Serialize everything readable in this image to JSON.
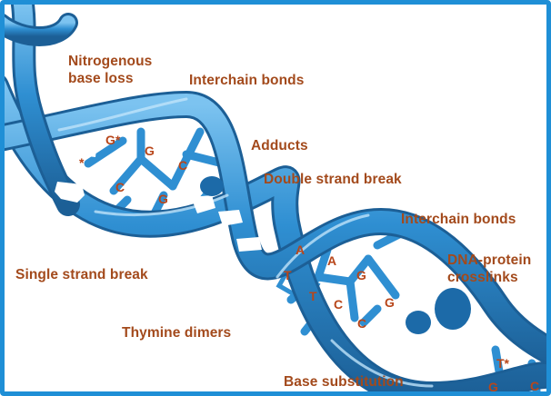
{
  "colors": {
    "frame": "#1f8fd6",
    "helix": "#2f8fd2",
    "helix_dark": "#1c5f96",
    "helix_light": "#7cc3f0",
    "label_text": "#a34a1c"
  },
  "labels": {
    "nitrogenous_base_loss": "Nitrogenous\nbase loss",
    "interchain_bonds_top": "Interchain bonds",
    "adducts": "Adducts",
    "double_strand_break": "Double strand break",
    "interchain_bonds_right": "Interchain bonds",
    "dna_protein_crosslinks": "DNA-protein\ncrosslinks",
    "single_strand_break": "Single strand break",
    "thymine_dimers": "Thymine dimers",
    "base_substitution": "Base substitution"
  },
  "bases": {
    "g_star": "G*",
    "star_left": "*",
    "g1": "G",
    "c1": "C",
    "c2": "C",
    "g2": "G",
    "a1": "A",
    "a2": "A",
    "t1": "T",
    "t2": "T",
    "g3": "G",
    "c3": "C",
    "g4": "G",
    "c4": "C",
    "t_star": "T*",
    "g5": "G",
    "c5": "C"
  }
}
